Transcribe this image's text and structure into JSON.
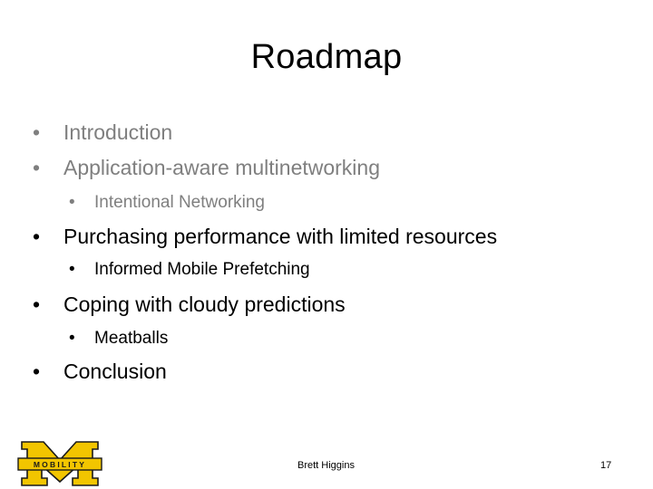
{
  "slide": {
    "title": "Roadmap",
    "bullet_char": "•",
    "bullets": [
      {
        "text": "Introduction",
        "level": 1,
        "muted": true
      },
      {
        "text": "Application-aware multinetworking",
        "level": 1,
        "muted": true
      },
      {
        "text": "Intentional Networking",
        "level": 2,
        "muted": true
      },
      {
        "text": "Purchasing performance with limited resources",
        "level": 1,
        "muted": false
      },
      {
        "text": "Informed Mobile Prefetching",
        "level": 2,
        "muted": false
      },
      {
        "text": "Coping with cloudy predictions",
        "level": 1,
        "muted": false
      },
      {
        "text": "Meatballs",
        "level": 2,
        "muted": false
      },
      {
        "text": "Conclusion",
        "level": 1,
        "muted": false
      }
    ]
  },
  "footer": {
    "logo_text": "MOBILITY",
    "author": "Brett Higgins",
    "page_number": "17"
  },
  "colors": {
    "text": "#000000",
    "muted_text": "#7f7f7f",
    "logo_maize": "#f2c500",
    "logo_blue": "#1a1a1a"
  }
}
